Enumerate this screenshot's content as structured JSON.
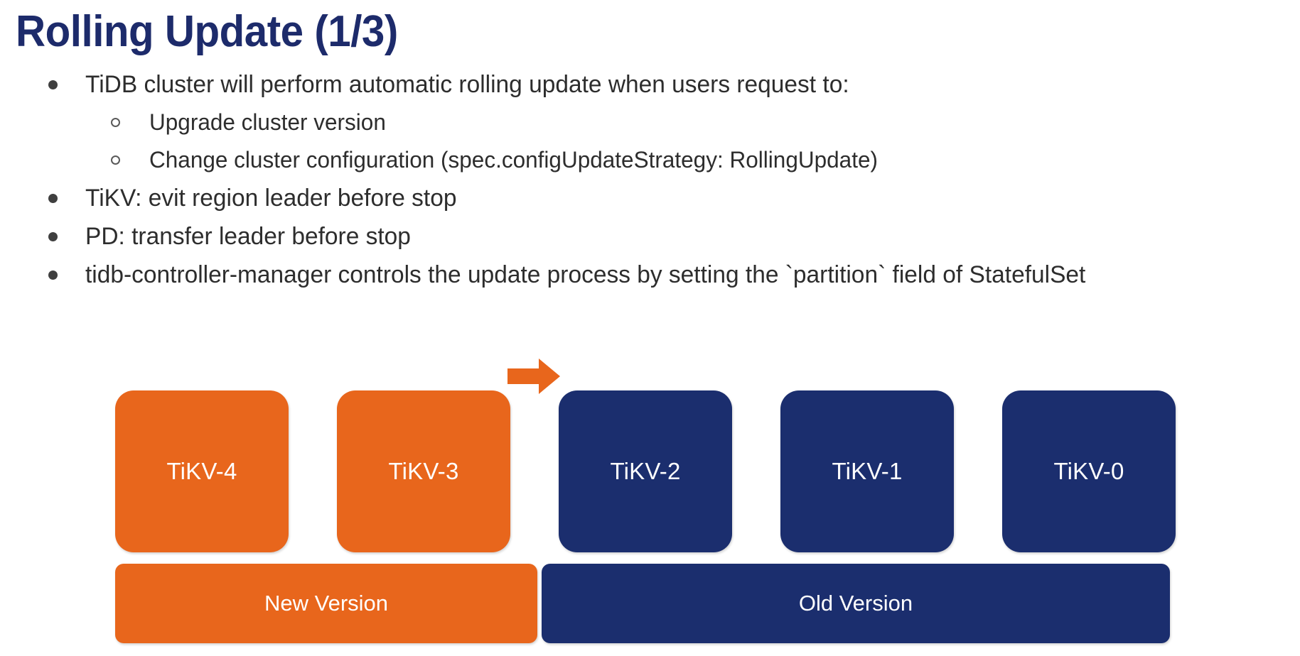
{
  "slide": {
    "title": "Rolling Update (1/3)",
    "colors": {
      "title_navy": "#1d2b6b",
      "node_new": "#e8661c",
      "node_old": "#1b2e6e",
      "arrow": "#e8661c",
      "body_text": "#2d2d2d",
      "background": "#ffffff"
    }
  },
  "bullets": [
    {
      "level": 1,
      "marker": "filled-disc",
      "text": "TiDB cluster will perform automatic rolling update when users request to:"
    },
    {
      "level": 2,
      "marker": "hollow-circle",
      "text": "Upgrade cluster version"
    },
    {
      "level": 2,
      "marker": "hollow-circle",
      "text": "Change cluster configuration (spec.configUpdateStrategy: RollingUpdate)"
    },
    {
      "level": 1,
      "marker": "filled-disc",
      "text": "TiKV: evit region leader before stop"
    },
    {
      "level": 1,
      "marker": "filled-disc",
      "text": "PD: transfer leader before stop"
    },
    {
      "level": 1,
      "marker": "filled-disc",
      "text": "tidb-controller-manager controls the update process by setting the `partition` field of StatefulSet"
    }
  ],
  "diagram": {
    "arrow_icon": "right-arrow-icon",
    "nodes": [
      {
        "label": "TiKV-4",
        "state": "new"
      },
      {
        "label": "TiKV-3",
        "state": "new"
      },
      {
        "label": "TiKV-2",
        "state": "old"
      },
      {
        "label": "TiKV-1",
        "state": "old"
      },
      {
        "label": "TiKV-0",
        "state": "old"
      }
    ],
    "legend": [
      {
        "label": "New Version",
        "state": "new"
      },
      {
        "label": "Old Version",
        "state": "old"
      }
    ]
  }
}
